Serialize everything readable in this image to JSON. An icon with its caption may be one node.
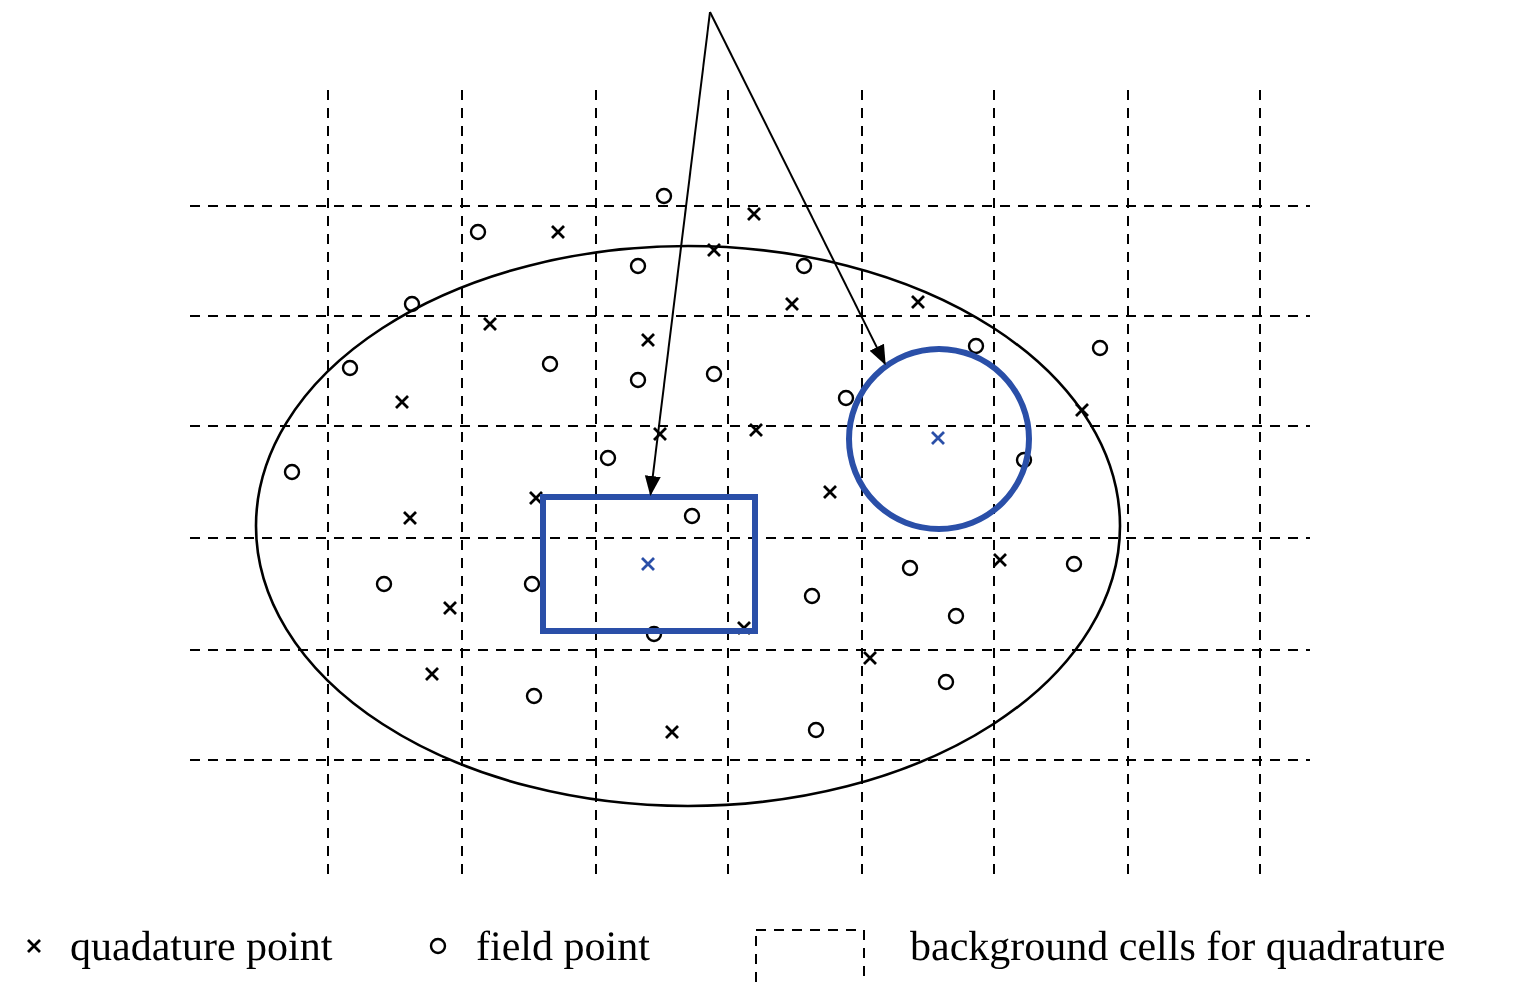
{
  "diagram": {
    "nodes": [
      {
        "text": [],
        "shape": "ellipse"
      },
      {
        "text": [],
        "shape": "box",
        "in": 0
      },
      {
        "text": [],
        "shape": "circle",
        "in": 0
      }
    ],
    "edges": [
      {
        "from": null,
        "to": 1,
        "arrow": "to"
      },
      {
        "from": null,
        "to": 2,
        "arrow": "to"
      }
    ],
    "legend": [
      {
        "text": "quadature point"
      },
      {
        "text": "field point"
      },
      {
        "text": "background cells for quadrature"
      }
    ]
  }
}
